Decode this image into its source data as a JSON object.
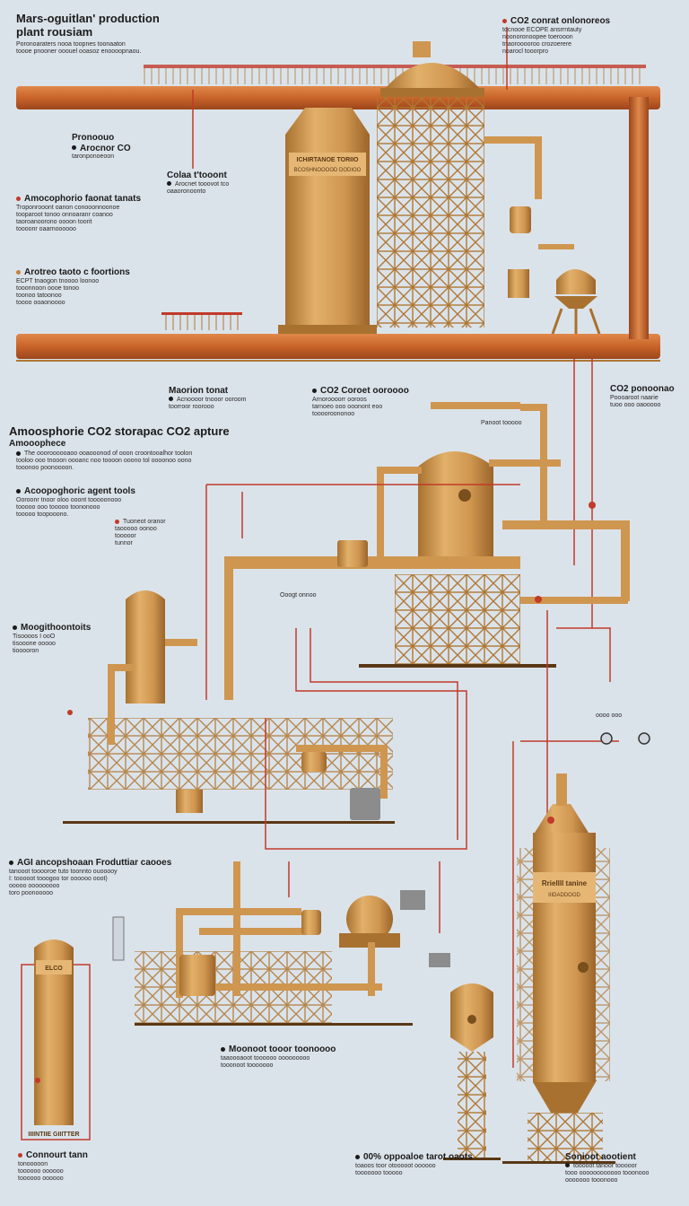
{
  "title": {
    "line1": "Mars-oguitlan' production",
    "line2": "plant rousiam"
  },
  "colors": {
    "background": "#dbe3ea",
    "pipe": "#c9642a",
    "vessel": "#cf9650",
    "vessel_dark": "#a8712f",
    "accent": "#c23a2a"
  },
  "section": {
    "heading": "Amoosphorie CO2 storapac CO2 apture",
    "sub": "Amooophece"
  },
  "labels": {
    "top_left_note": [
      "Poronoaraters nooa toopnes toonaaton",
      "toooe pnooner ooouel ooasoz enoooopnaou."
    ],
    "top_right": {
      "title": "CO2 conrat onlonoreos",
      "lines": [
        "tocnooe ECOPE ansrrntauty",
        "noonoronoopee toerooon",
        "tnaorooooroo crozoerere",
        "noarocl tooorpro"
      ]
    },
    "lbl_a": {
      "title": "Pronoouo",
      "sub": "Arocnor CO",
      "line": "taronponoeoon"
    },
    "lbl_b": {
      "title": "Colaa t'tooont",
      "sub": "Arocnet tooovot tco",
      "line": "oaaoronoonto"
    },
    "lbl_c": {
      "title": "Amocophorio faonat tanats",
      "lines": [
        "Troponrooont oanon conooonnoonoe",
        "tooparoot tonoo onnoaranr coanoo",
        "taoroanoorono oooon toorit",
        "toooonr oaarnoooooo"
      ]
    },
    "lbl_d": {
      "title": "Arotreo taoto c foortions",
      "lines": [
        "ECPT tnaogon tnoooo loonoo",
        "tooonnoon oooe tonoo",
        "toonoo tatoonoo",
        "toooo ooaonoooo"
      ]
    },
    "lbl_e": {
      "title": "Maorion tonat",
      "sub": "Acnoooor tnooor ooroom",
      "line": "toorroor roorooo"
    },
    "lbl_f": {
      "title": "CO2 Coroet ooroooo",
      "sub": "Arnoroooorr ooroos",
      "lines": [
        "tarnoeo ooo ooonont eoo",
        "tooooroononoo"
      ]
    },
    "lbl_g": {
      "title": "CO2 ponoonao",
      "sub": "Poooaroot naarie",
      "line": "tuoo ooo oaooooo"
    },
    "lbl_h": {
      "lines": [
        "The oooroooooaoo ooaooonod of ooon croontooalhor toolon",
        "tooloo ooo tnooon oooanc noo toooon ooono tol oooonoo oono",
        "tooonoo poonoooon."
      ]
    },
    "lbl_i": {
      "title": "Acoopoghoric agent tools",
      "lines": [
        "Ooroonr tnoor oloo ooont tooooonooo",
        "tooooo ooo tooooo toononooo",
        "tooooo toopooono."
      ]
    },
    "lbl_j": {
      "lines": [
        "Tuoneot oranor",
        "taooooo oonoo",
        "tooooor",
        "tunnor"
      ]
    },
    "lbl_k": {
      "title": "Moogithoontoits",
      "sub": "Tisoooos I ooO",
      "lines": [
        "tisooone ooooo",
        "tiooooron"
      ]
    },
    "lbl_l": "Ooogt onnoo",
    "lbl_m": "Panoot tooooo",
    "lbl_n": "oooo ooo",
    "lbl_o": {
      "title": "AGI ancopshoaan Froduttiar caooes",
      "lines": [
        "tanooot tooooroe tuto toonnto ouooooy",
        "I: tooooot tooogoo tor oooooo ooot)",
        "ooooo ooooooooo",
        "toro poonooooo"
      ]
    },
    "lbl_p": {
      "title": "Moonoot tooor toonoooo",
      "lines": [
        "taaoooaoot toooooo ooooooooo",
        "tooonoot tooooooo"
      ]
    },
    "lbl_q": {
      "title": "Connourt tann",
      "lines": [
        "tonooooon",
        "toooooo oooooo",
        "toooooo oooooo"
      ]
    },
    "lbl_r": {
      "title": "00% oppoaloe tarot oaots",
      "lines": [
        "toaoos toor otooooot oooooo",
        "tooooooo tooooo"
      ]
    },
    "lbl_s": {
      "title": "Sonioot aootient",
      "lines": [
        "tooooot tanoor tooooor",
        "tooo oooooooooooo tooonooo",
        "ooooooo tooonooo"
      ]
    },
    "tank_top": {
      "line1": "ICHIRTANOE TORIIO",
      "line2": "BCOSHNOOOOD DODIOO"
    },
    "tank_right": {
      "line1": "Rriellll tanine",
      "line2": "IIIDADDOOD"
    },
    "tank_left": "ELCO",
    "tank_bottom_label": "IIIINTIIE GIIITTER"
  }
}
